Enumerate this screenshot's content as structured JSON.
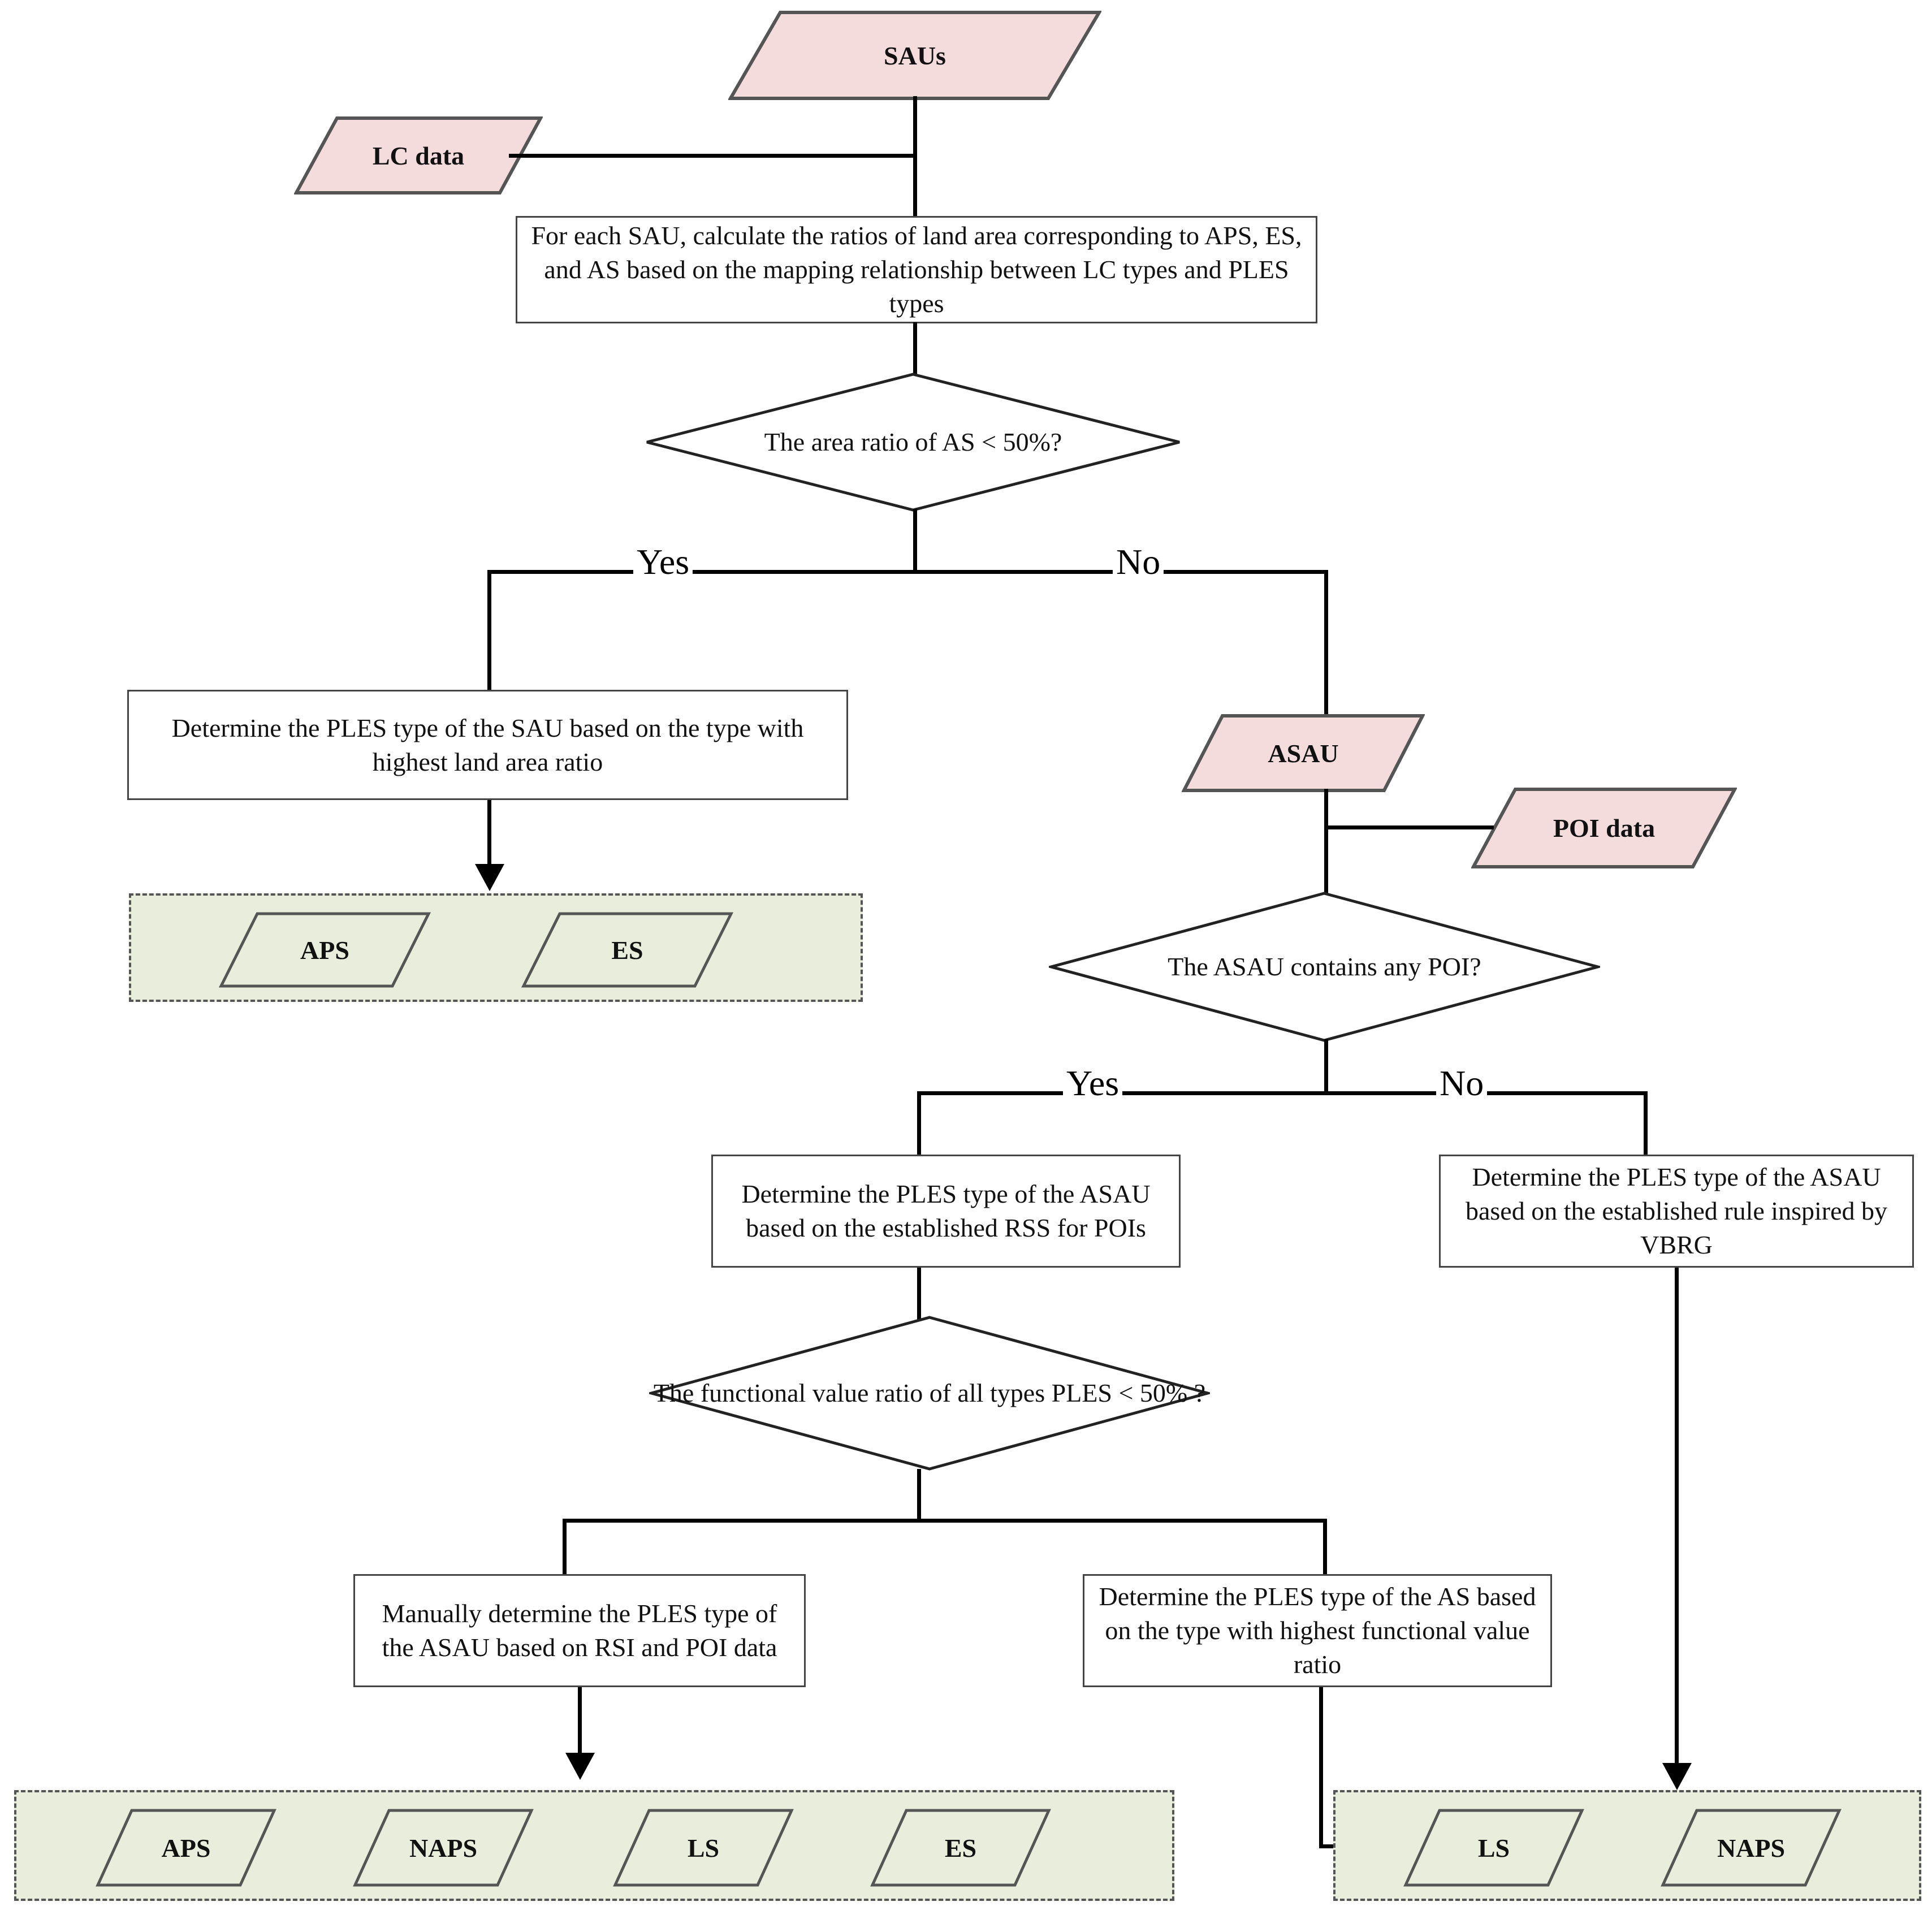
{
  "diagram": {
    "title": "PLES type identification flowchart",
    "colors": {
      "data_shape_fill": "#f4dcdc",
      "data_shape_stroke": "#555555",
      "group_fill": "#e9eedc",
      "group_stroke": "#555555",
      "process_stroke": "#444444",
      "line": "#000000"
    }
  },
  "nodes": {
    "sau_source": {
      "label": "SAUs",
      "shape": "parallelogram"
    },
    "lc_data": {
      "label": "LC data",
      "shape": "parallelogram"
    },
    "calc_ratios": {
      "label": "For each SAU, calculate the ratios of land area corresponding to APS, ES, and AS based on the mapping relationship between LC types and PLES types",
      "shape": "process"
    },
    "decision_as_ratio": {
      "label": "The area ratio of AS  < 50%?",
      "shape": "decision"
    },
    "determine_sau_ples": {
      "label": "Determine the PLES type of the SAU based on the type with highest land area ratio",
      "shape": "process"
    },
    "asau_source": {
      "label": "ASAU",
      "shape": "parallelogram"
    },
    "poi_data": {
      "label": "POI data",
      "shape": "parallelogram"
    },
    "decision_poi": {
      "label": "The ASAU contains any POI?",
      "shape": "decision"
    },
    "determine_rss": {
      "label": "Determine the PLES type of the ASAU based on the established RSS for POIs",
      "shape": "process"
    },
    "determine_vbrg": {
      "label": "Determine the PLES type of the ASAU based on the established rule inspired by VBRG",
      "shape": "process"
    },
    "decision_functional": {
      "label": "The functional value ratio of all types PLES < 50%  ?",
      "shape": "decision"
    },
    "manual_determine": {
      "label": "Manually determine the PLES type of the ASAU based on RSI and POI data",
      "shape": "process"
    },
    "determine_as_highest": {
      "label": "Determine the PLES type of the AS based on the type with highest functional value ratio",
      "shape": "process"
    }
  },
  "groups": {
    "outcome_top": {
      "items": [
        "APS",
        "ES"
      ]
    },
    "outcome_bottom_left": {
      "items": [
        "APS",
        "NAPS",
        "LS",
        "ES"
      ]
    },
    "outcome_bottom_right": {
      "items": [
        "LS",
        "NAPS"
      ]
    }
  },
  "branch_labels": {
    "as_yes": "Yes",
    "as_no": "No",
    "poi_yes": "Yes",
    "poi_no": "No"
  }
}
